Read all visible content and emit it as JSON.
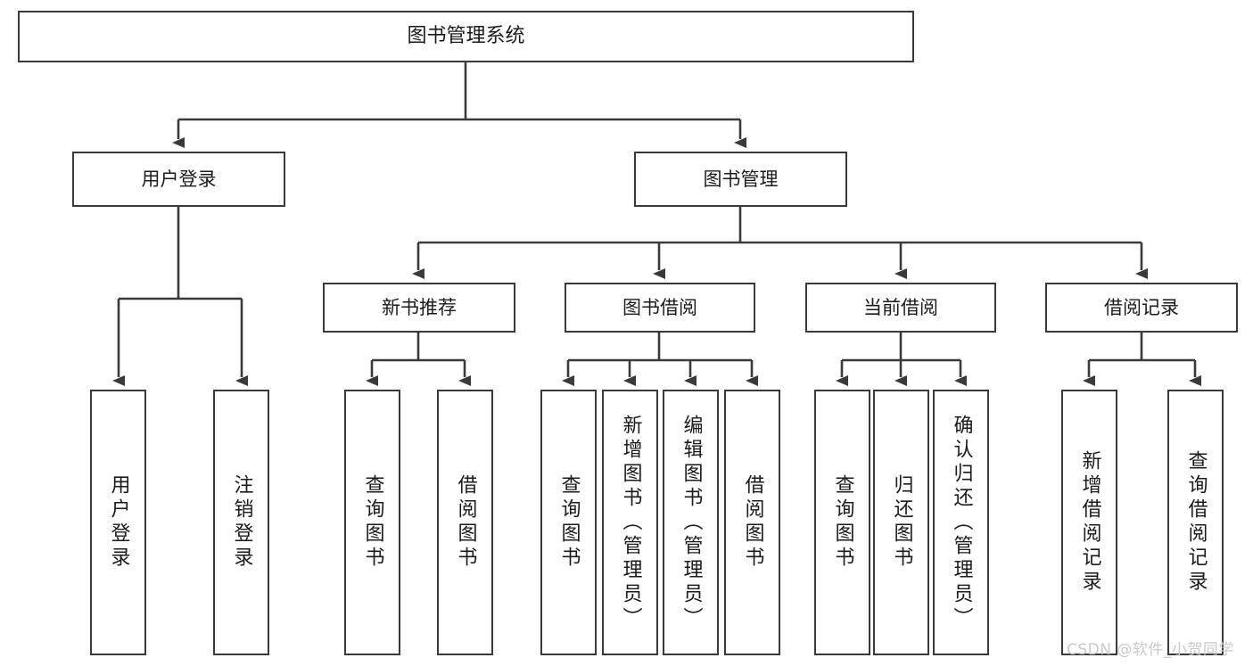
{
  "diagram": {
    "type": "tree-hierarchy",
    "title": "图书管理系统",
    "root": {
      "label": "图书管理系统"
    },
    "level2": [
      {
        "label": "用户登录"
      },
      {
        "label": "图书管理"
      }
    ],
    "level3": [
      {
        "label": "新书推荐"
      },
      {
        "label": "图书借阅"
      },
      {
        "label": "当前借阅"
      },
      {
        "label": "借阅记录"
      }
    ],
    "leaves": {
      "user_login": [
        {
          "label": "用户登录"
        },
        {
          "label": "注销登录"
        }
      ],
      "new_book_recommend": [
        {
          "label": "查询图书"
        },
        {
          "label": "借阅图书"
        }
      ],
      "book_borrow": [
        {
          "label": "查询图书"
        },
        {
          "label": "新增图书（管理员）"
        },
        {
          "label": "编辑图书（管理员）"
        },
        {
          "label": "借阅图书"
        }
      ],
      "current_borrow": [
        {
          "label": "查询图书"
        },
        {
          "label": "归还图书"
        },
        {
          "label": "确认归还（管理员）"
        }
      ],
      "borrow_record": [
        {
          "label": "新增借阅记录"
        },
        {
          "label": "查询借阅记录"
        }
      ]
    }
  },
  "watermark": {
    "text": "CSDN @软件_小贺同学"
  },
  "colors": {
    "node_border": "#3a3a3a",
    "node_fill": "#ffffff",
    "connector": "#3a3a3a",
    "text": "#1b1b1b",
    "watermark": "#c9c9c9",
    "background": "#ffffff"
  }
}
